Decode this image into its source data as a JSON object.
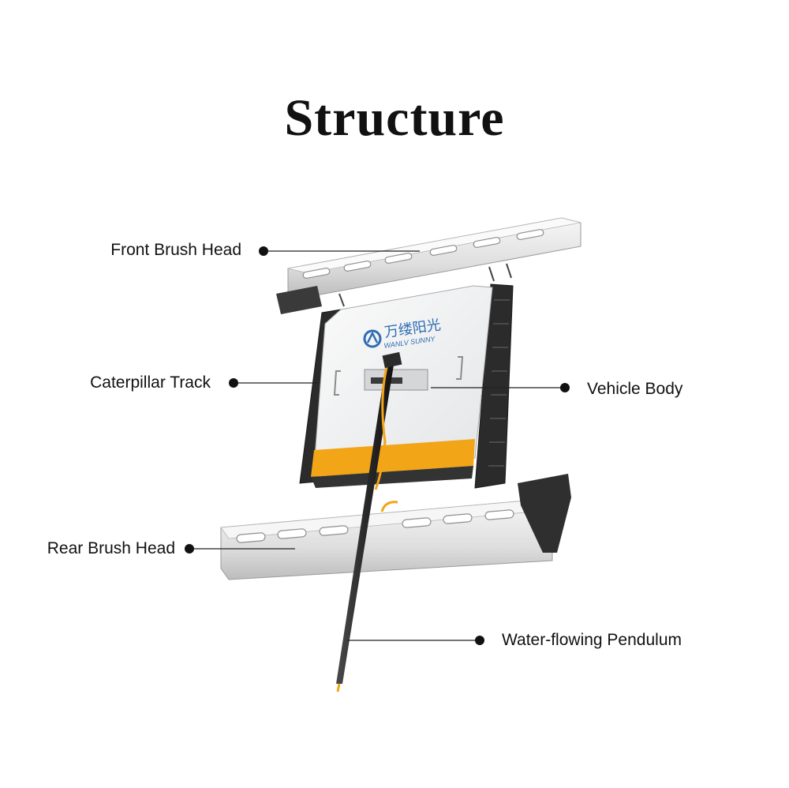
{
  "title": "Structure",
  "labels": {
    "front_brush_head": "Front Brush Head",
    "caterpillar_track": "Caterpillar Track",
    "vehicle_body": "Vehicle Body",
    "rear_brush_head": "Rear Brush Head",
    "water_flowing_pendulum": "Water-flowing Pendulum"
  },
  "logo": {
    "chinese": "万缕阳光",
    "english": "WANLV SUNNY"
  },
  "colors": {
    "accent": "#F2A516",
    "track": "#2B2B2B",
    "body": "#F4F5F6",
    "text": "#111111"
  }
}
